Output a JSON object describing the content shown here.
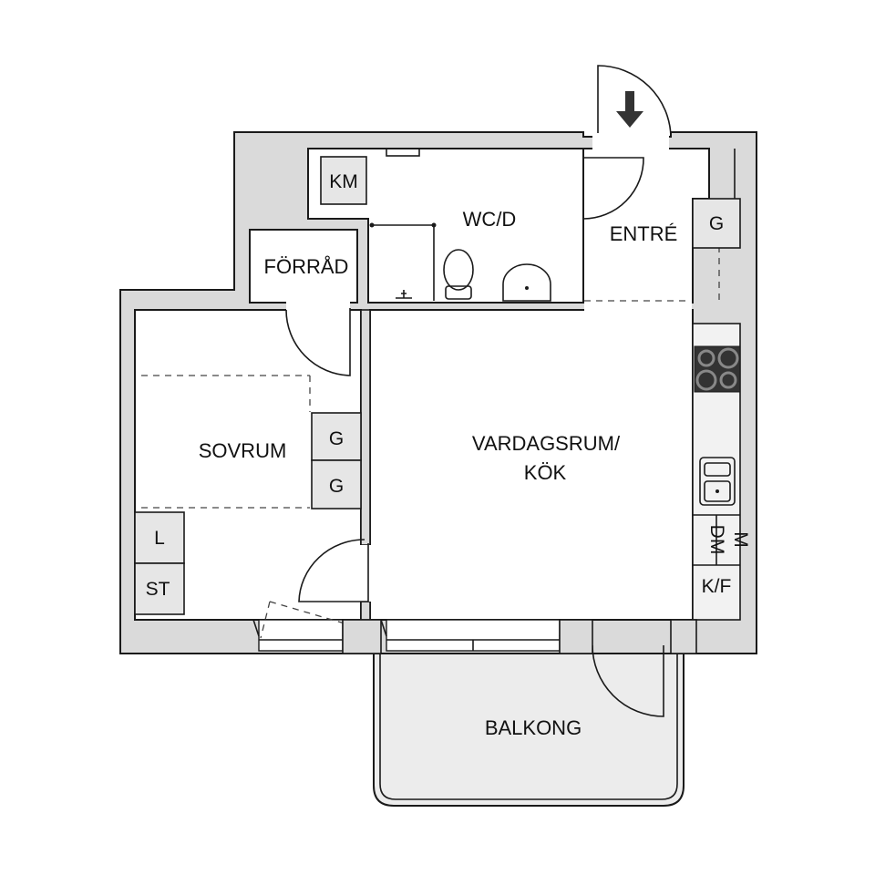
{
  "rooms": {
    "wc": "WC/D",
    "entre": "ENTRÉ",
    "forrad": "FÖRRÅD",
    "sovrum": "SOVRUM",
    "vardagsrum_line1": "VARDAGSRUM/",
    "vardagsrum_line2": "KÖK",
    "balkong": "BALKONG"
  },
  "fixtures": {
    "km": "KM",
    "g_entre": "G",
    "g_sovrum_1": "G",
    "g_sovrum_2": "G",
    "l": "L",
    "st": "ST",
    "dm": "DM",
    "m": "M",
    "kf": "K/F"
  }
}
